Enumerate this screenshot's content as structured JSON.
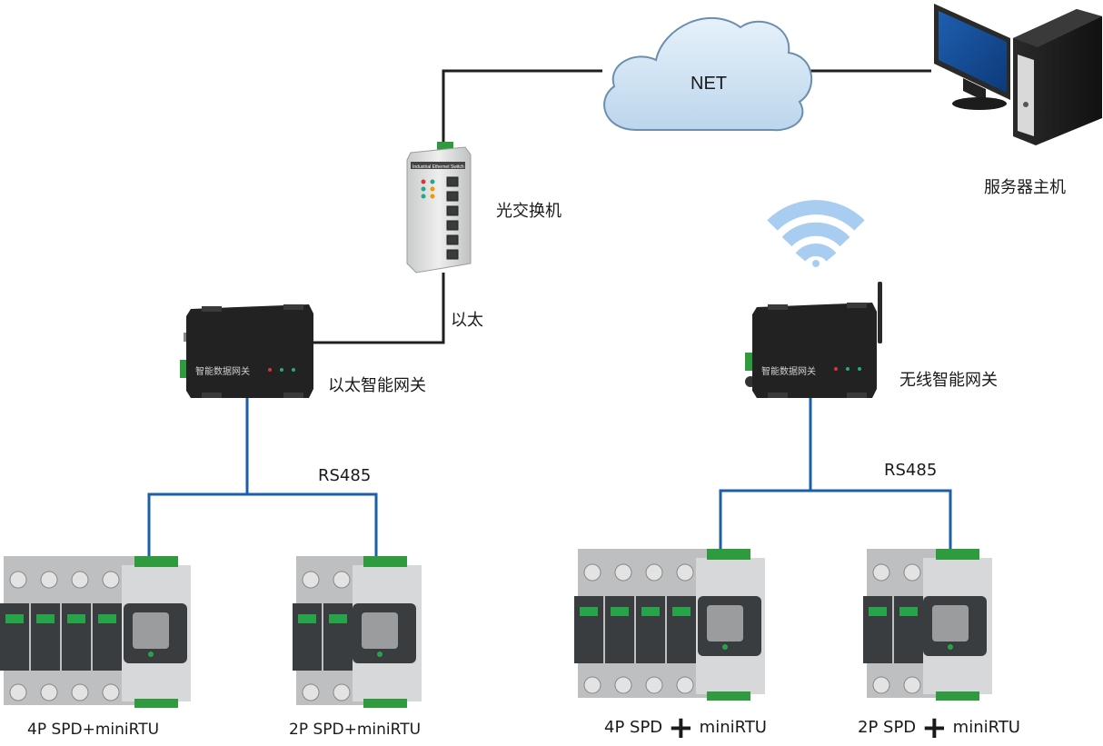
{
  "cloud_label": "NET",
  "server_label": "服务器主机",
  "switch_label": "光交换机",
  "switch_panel_title": "Industrial Ethernet Switch",
  "ethernet_link_label": "以太",
  "eth_gateway_label": "以太智能网关",
  "wireless_gateway_label": "无线智能网关",
  "gateway_panel_text": "智能数据网关",
  "rs485_left": "RS485",
  "rs485_right": "RS485",
  "device_labels": {
    "left_4p": "4P SPD+miniRTU",
    "left_2p": "2P SPD+miniRTU",
    "right_4p_a": "4P SPD",
    "right_4p_b": "miniRTU",
    "right_2p_a": "2P SPD",
    "right_2p_b": "miniRTU",
    "plus": "+"
  },
  "colors": {
    "ethernet_line": "#1f1f1f",
    "rs485_line": "#1a5fa8",
    "cloud_fill": "#cfe3f3",
    "wifi": "#a8cdf0"
  }
}
